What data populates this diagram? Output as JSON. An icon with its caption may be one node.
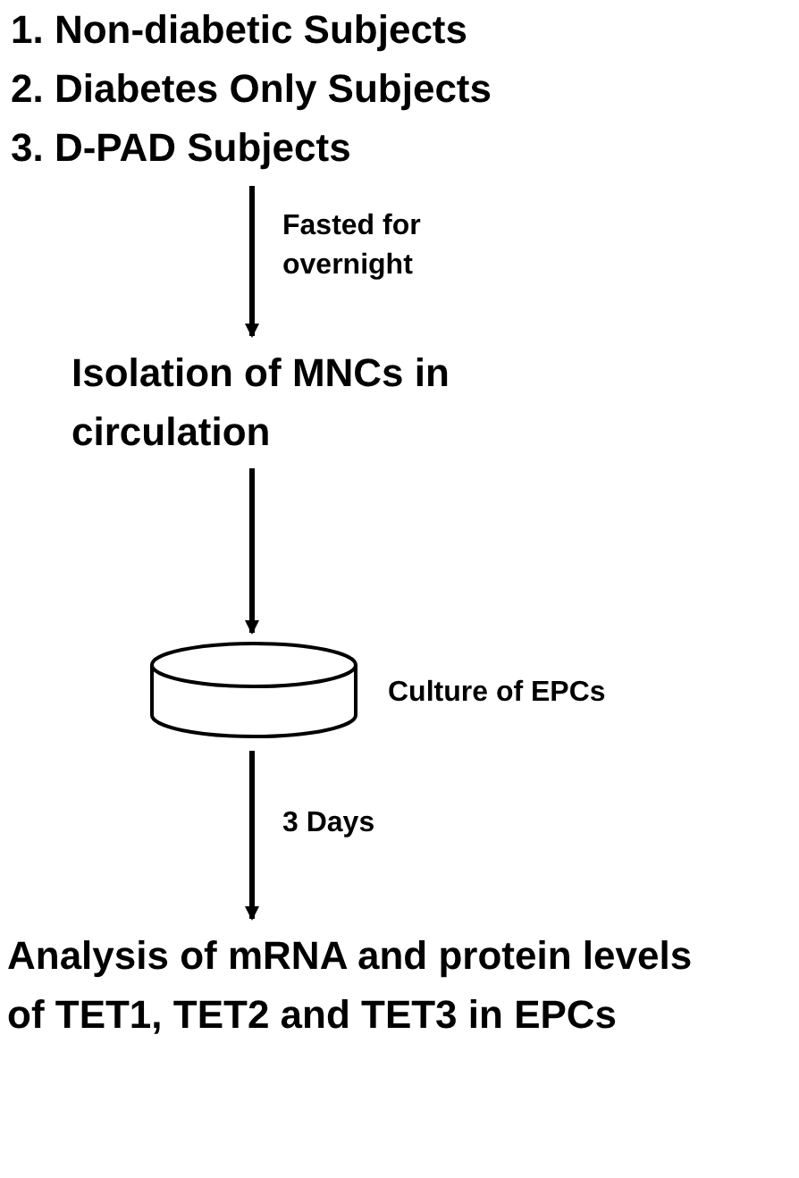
{
  "diagram": {
    "nodes": [
      {
        "text": [
          "1. Non-diabetic Subjects",
          "2. Diabetes Only Subjects",
          "3. D-PAD Subjects"
        ]
      },
      {
        "text": [
          "Isolation of MNCs in circulation"
        ]
      },
      {
        "text": [],
        "shape": "cylinder",
        "beside": [
          "Culture of EPCs"
        ]
      },
      {
        "text": [
          "Analysis of mRNA and protein levels of TET1, TET2 and TET3 in EPCs"
        ]
      }
    ],
    "edges": [
      {
        "from": 0,
        "to": 1,
        "arrow": "to",
        "label": "Fasted for overnight"
      },
      {
        "from": 1,
        "to": 2,
        "arrow": "to"
      },
      {
        "from": 2,
        "to": 3,
        "arrow": "to",
        "label": "3 Days"
      }
    ]
  }
}
